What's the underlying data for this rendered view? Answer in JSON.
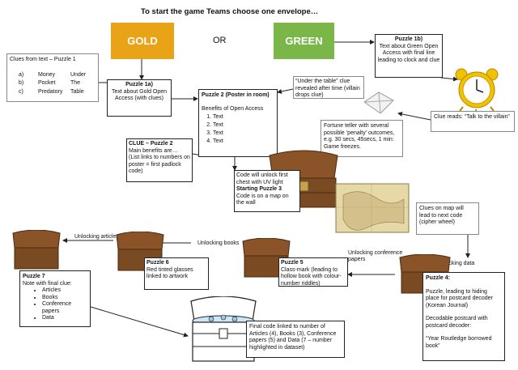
{
  "title": "To start the game Teams choose one envelope…",
  "envelopes": {
    "gold": "GOLD",
    "or": "OR",
    "green": "GREEN"
  },
  "clues_text_box": {
    "title": "Clues from text – Puzzle 1",
    "rows": [
      {
        "letter": "a)",
        "word": "Money",
        "pair": "Under"
      },
      {
        "letter": "b)",
        "word": "Pocket",
        "pair": "The"
      },
      {
        "letter": "c)",
        "word": "Predatory",
        "pair": "Table"
      }
    ]
  },
  "puzzle1a": {
    "heading": "Puzzle 1a)",
    "body": "Text about Gold Open Access (with clues)"
  },
  "puzzle1b": {
    "heading": "Puzzle 1b)",
    "body": "Text about Green Open Access with final line leading to clock and clue"
  },
  "puzzle2": {
    "heading": "Puzzle 2 (Poster in room)",
    "subtitle": "Benefits of Open Access",
    "items": [
      "Text",
      "Text",
      "Text",
      "Text"
    ]
  },
  "under_table": "“Under the table” clue revealed after time (villain drops clue)",
  "clock_clue": "Clue reads: “Talk to the villain”",
  "fortune_teller": "Fortune teller with several possible ‘penalty’ outcomes, e.g. 30 secs, 45secs, 1 min: Game freezes.",
  "clue_puzzle2": {
    "heading": "CLUE – Puzzle 2",
    "line1": "Main benefits are…",
    "line2": "(List links to numbers on poster = first padlock code)"
  },
  "puzzle3": {
    "line1": "Code will unlock first chest with UV light",
    "heading": "Starting Puzzle 3",
    "line2": "Code is on a map on the wall"
  },
  "map_clue": "Clues on map will lead to next code (cipher wheel)",
  "unlocking": {
    "articles": "Unlocking articles",
    "books": "Unlocking books",
    "conference": "Unlocking conference papers",
    "data": "Unlocking data"
  },
  "puzzle4": {
    "heading": "Puzzle 4:",
    "p1": "Puzzle, leading to hiding place for postcard decoder (Korean Journal)",
    "p2": "Decodable postcard with postcard decoder:",
    "p3": "“Year Routledge borrowed book”"
  },
  "puzzle5": {
    "heading": "Puzzle 5",
    "body": "Class-mark (leading to hollow book with colour-number riddles)"
  },
  "puzzle6": {
    "heading": "Puzzle 6",
    "body": "Red tinted glasses linked to artwork"
  },
  "puzzle7": {
    "heading": "Puzzle 7",
    "body": "Note with final clue:",
    "items": [
      "Articles",
      "Books",
      "Conference papers",
      "Data"
    ]
  },
  "final_code": "Final code linked to number of Articles (4), Books (3), Conference papers (5) and Data (7 – number highlighted in dataset)",
  "colors": {
    "gold": "#E8A317",
    "green": "#7AB648",
    "chest_wood": "#7a4a22",
    "chest_dark": "#4a2a10"
  }
}
